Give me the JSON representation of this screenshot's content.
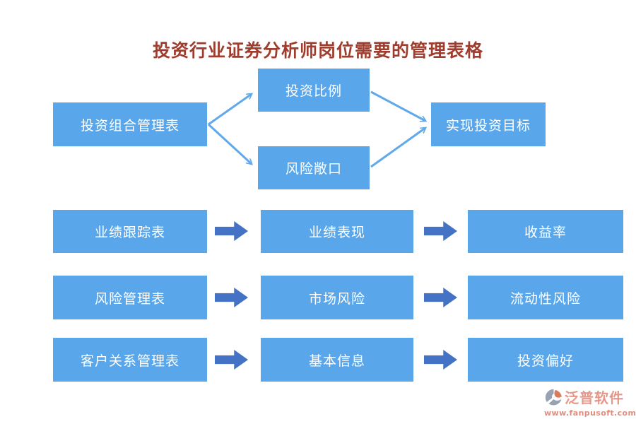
{
  "title": {
    "text": "投资行业证券分析师岗位需要的管理表格",
    "color": "#9E3D2D"
  },
  "palette": {
    "node_fill": "#59A7EA",
    "node_text": "#FFFFFF",
    "connector": "#5FA9EC",
    "block_arrow": "#4472C4",
    "brand_color": "#E5988A",
    "url_color": "#DD8E7F"
  },
  "top_flow": {
    "source": {
      "label": "投资组合管理表"
    },
    "branch_top": {
      "label": "投资比例"
    },
    "branch_bottom": {
      "label": "风险敞口"
    },
    "target": {
      "label": "实现投资目标"
    }
  },
  "process_rows": [
    {
      "source": "业绩跟踪表",
      "middle": "业绩表现",
      "result": "收益率"
    },
    {
      "source": "风险管理表",
      "middle": "市场风险",
      "result": "流动性风险"
    },
    {
      "source": "客户关系管理表",
      "middle": "基本信息",
      "result": "投资偏好"
    }
  ],
  "watermark": {
    "brand": "泛普软件",
    "url": "www.fanpusoft.com"
  }
}
